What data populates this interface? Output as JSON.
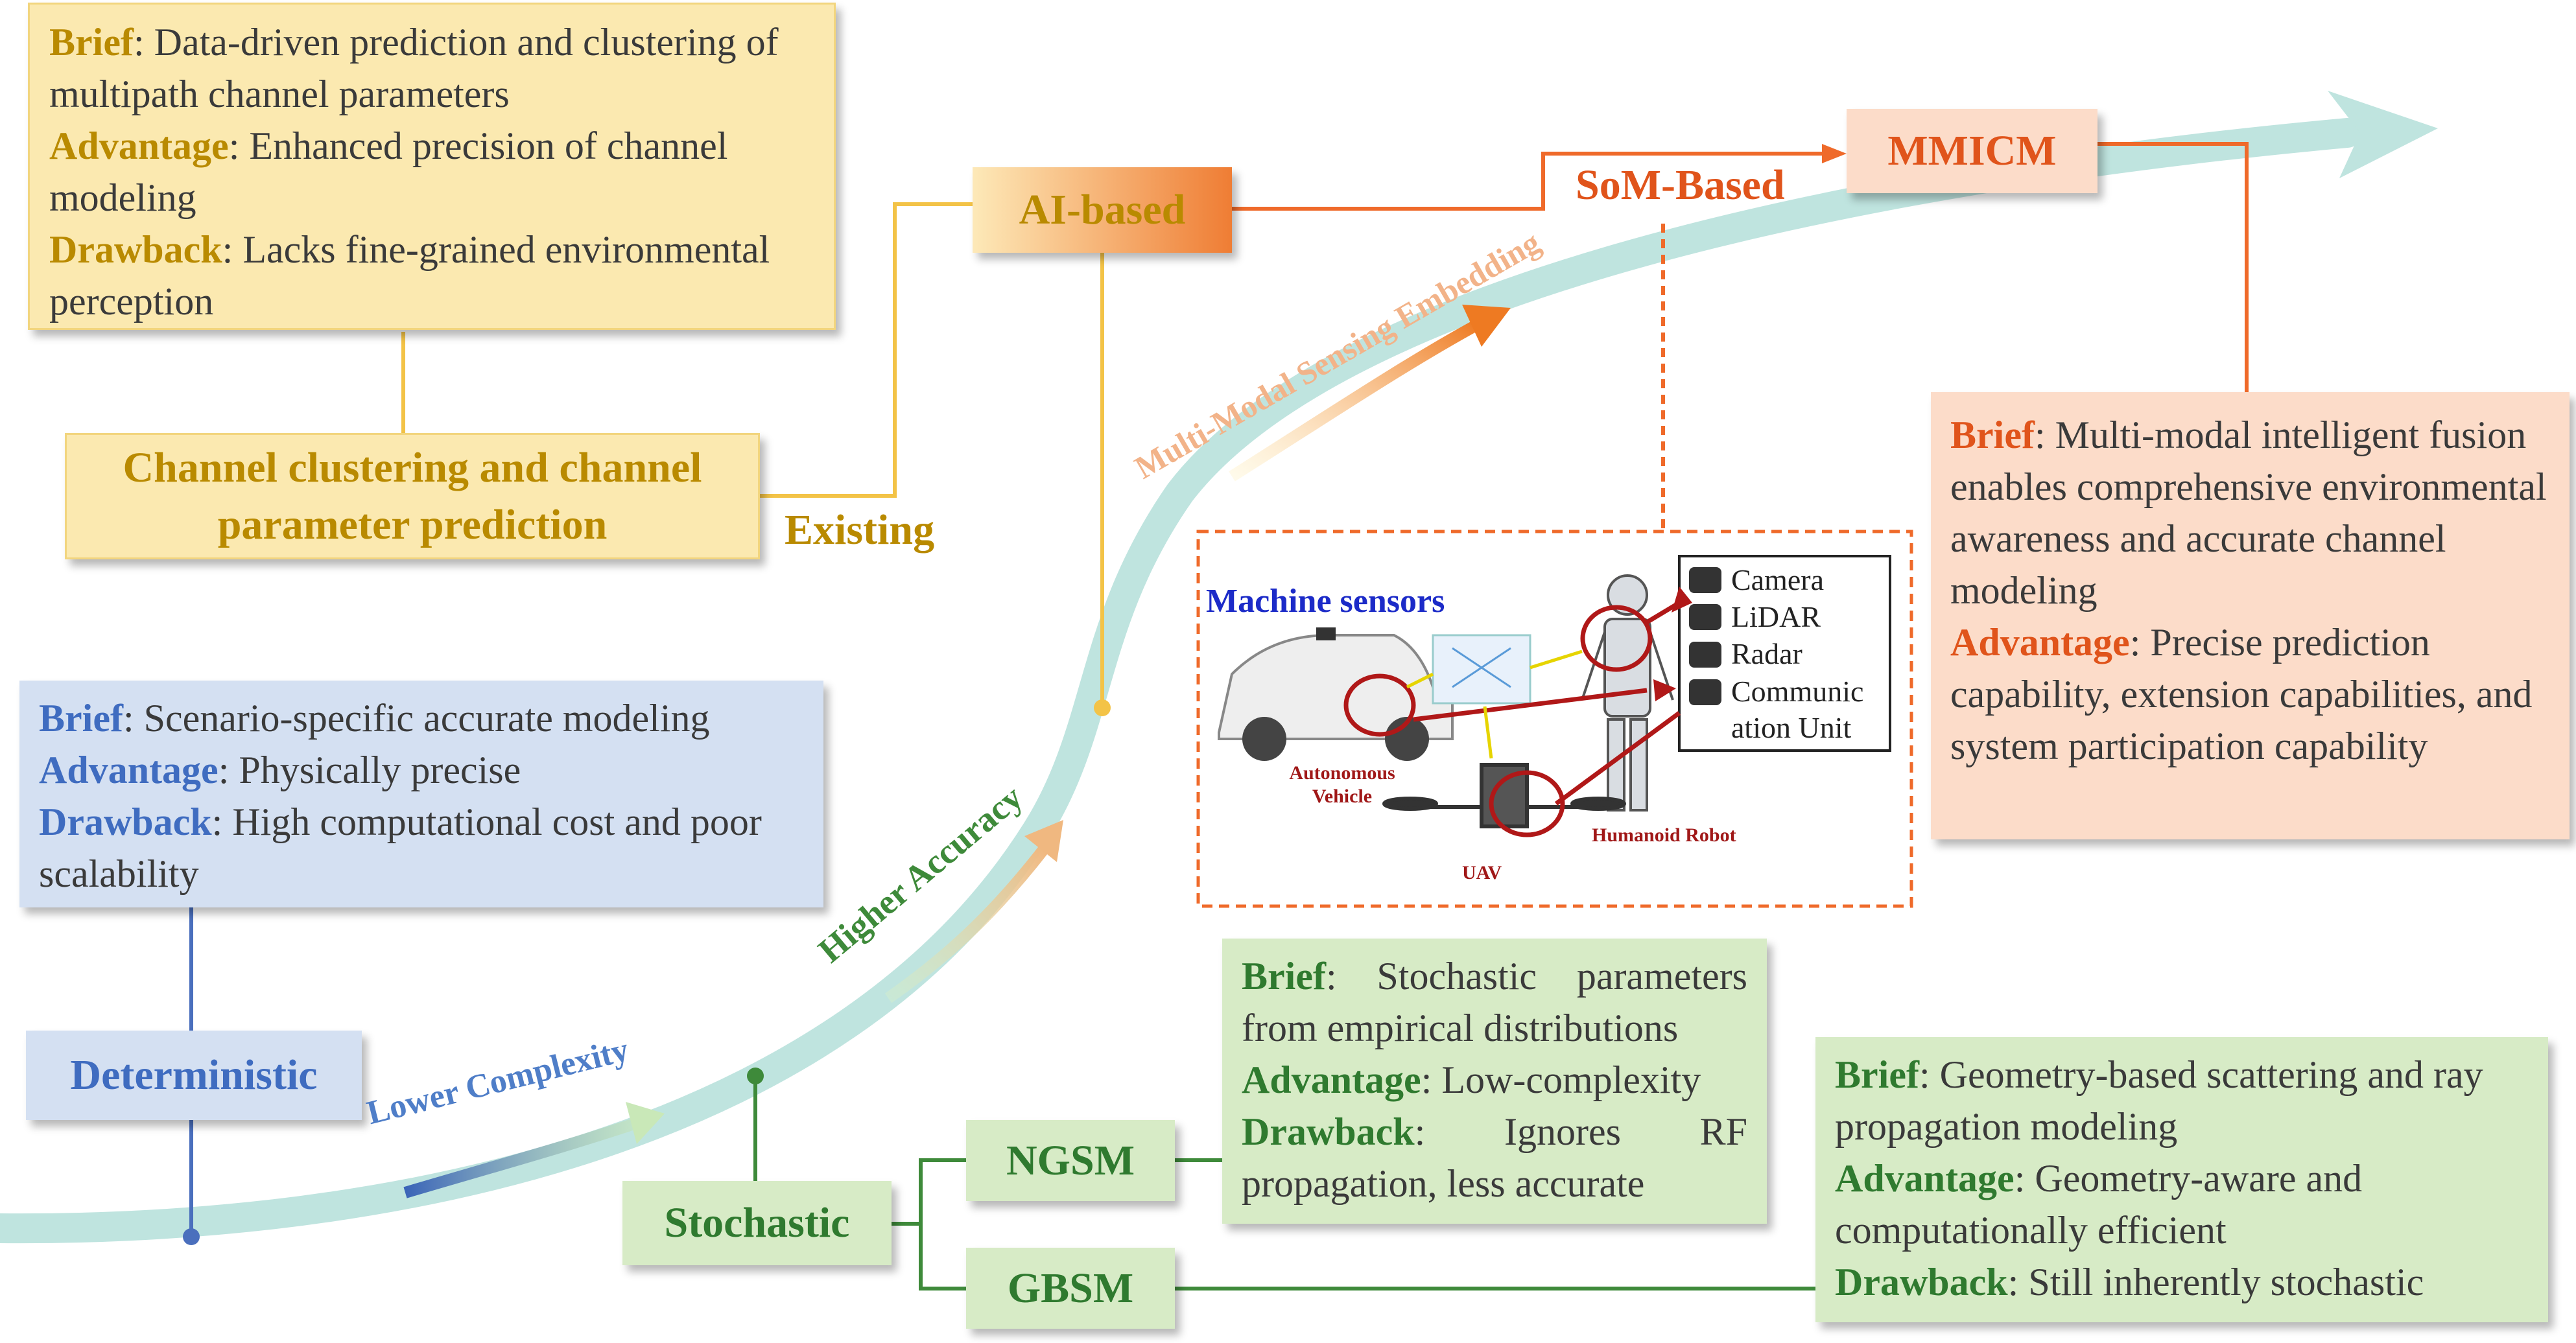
{
  "deterministic": {
    "label": "Deterministic",
    "brief_key": "Brief",
    "brief": ": Scenario-specific accurate modeling",
    "advantage_key": "Advantage",
    "advantage": ": Physically precise",
    "drawback_key": "Drawback",
    "drawback": ": High computational cost and poor scalability"
  },
  "stochastic": {
    "label": "Stochastic",
    "ngsm": {
      "label": "NGSM",
      "brief_key": "Brief",
      "brief": ": Stochastic parameters from empirical distributions",
      "advantage_key": "Advantage",
      "advantage": ": Low-complexity",
      "drawback_key": "Drawback",
      "drawback": ": Ignores RF propagation, less accurate"
    },
    "gbsm": {
      "label": "GBSM",
      "brief_key": "Brief",
      "brief": ": Geometry-based scattering and ray propagation modeling",
      "advantage_key": "Advantage",
      "advantage": ": Geometry-aware and computationally efficient",
      "drawback_key": "Drawback",
      "drawback": ": Still inherently stochastic"
    }
  },
  "ai_based": {
    "label": "AI-based",
    "sub_label": "Channel clustering and channel parameter prediction",
    "existing_label": "Existing",
    "brief_key": "Brief",
    "brief": ": Data-driven prediction and clustering of multipath channel parameters",
    "advantage_key": "Advantage",
    "advantage": ": Enhanced precision of channel modeling",
    "drawback_key": "Drawback",
    "drawback": ": Lacks fine-grained environmental perception"
  },
  "mmicm": {
    "label": "MMICM",
    "som_label": "SoM-Based",
    "brief_key": "Brief",
    "brief": ": Multi-modal  intelligent fusion enables comprehensive environmental awareness and accurate channel modeling",
    "advantage_key": "Advantage",
    "advantage": ": Precise prediction capability, extension capabilities, and system participation capability"
  },
  "arrows": {
    "lower_complexity": "Lower Complexity",
    "higher_accuracy": "Higher Accuracy",
    "multimodal": "Multi-Modal Sensing Embedding"
  },
  "machine": {
    "title": "Machine sensors",
    "sensors": [
      "Camera",
      "LiDAR",
      "Radar",
      "Communic",
      "ation Unit"
    ],
    "vehicle": "Autonomous Vehicle",
    "uav": "UAV",
    "robot": "Humanoid Robot"
  },
  "colors": {
    "yellow_box": "#fbe9b0",
    "blue_box": "#d4e0f2",
    "green_box": "#d7ebc6",
    "orange_box": "#fcdcc9",
    "orange_accent": "#ef6a2a",
    "yellow_accent": "#f3c347",
    "blue_accent": "#4a6fbd",
    "green_accent": "#3e8a3a",
    "curve": "#bfe4df"
  }
}
